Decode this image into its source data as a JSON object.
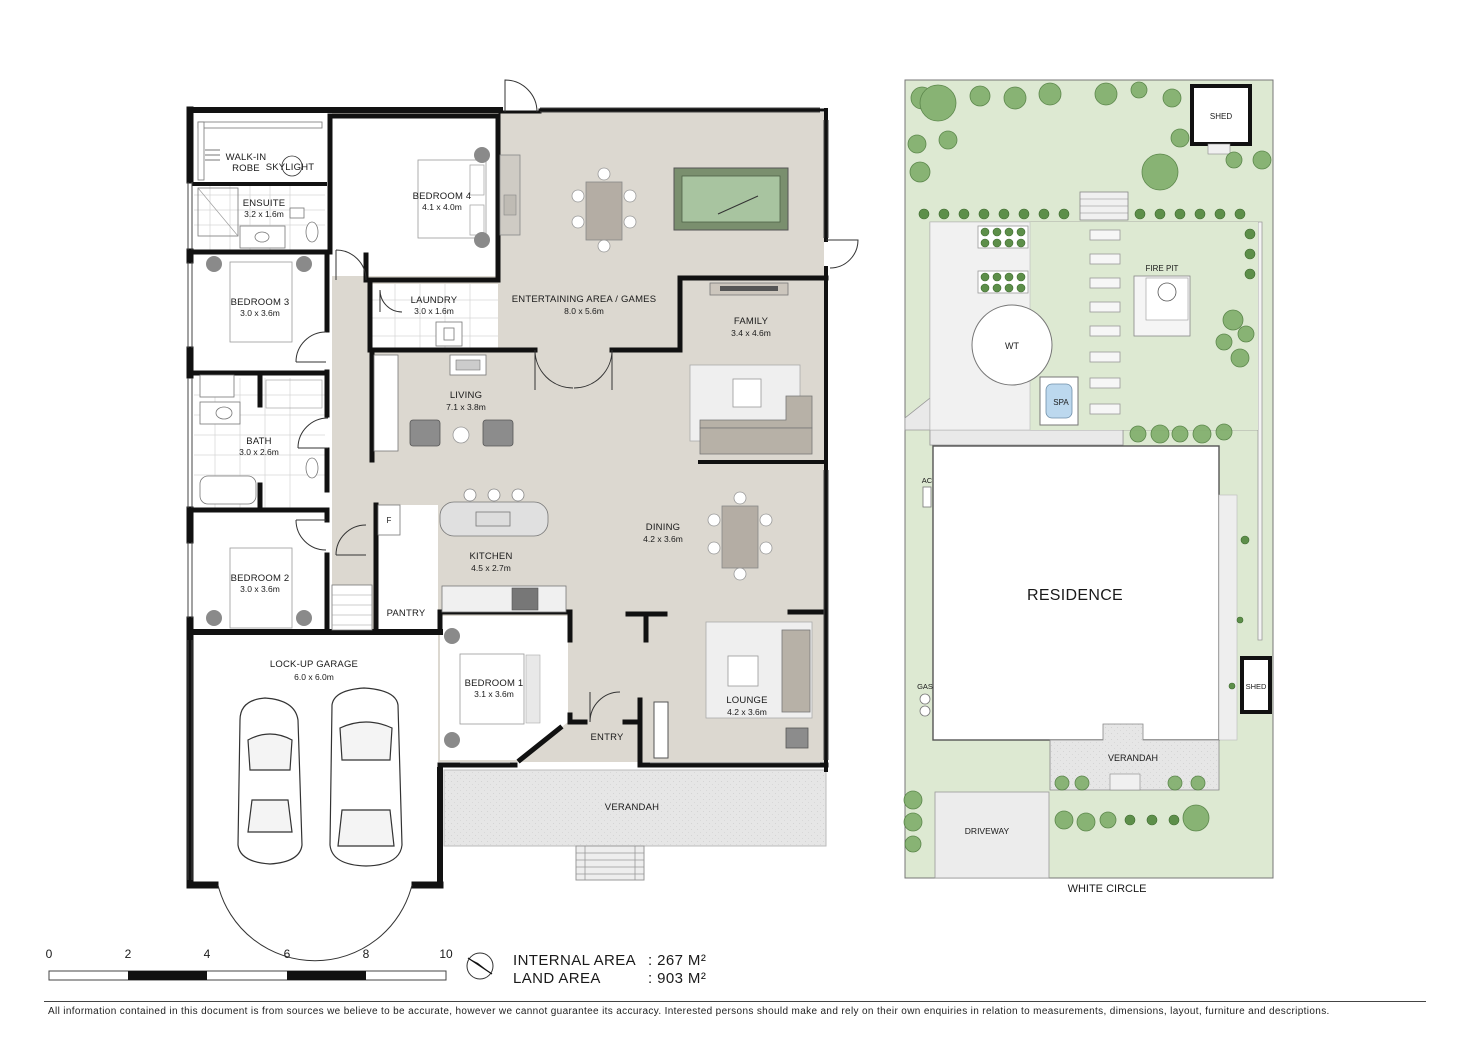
{
  "floor_plan": {
    "rooms": [
      {
        "id": "walk-in-robe",
        "name": "WALK-IN ROBE",
        "lines": [
          "WALK-IN",
          "ROBE"
        ]
      },
      {
        "id": "skylight",
        "name": "SKYLIGHT"
      },
      {
        "id": "ensuite",
        "name": "ENSUITE",
        "dims": "3.2 x 1.6m"
      },
      {
        "id": "bedroom-4",
        "name": "BEDROOM 4",
        "dims": "4.1 x 4.0m"
      },
      {
        "id": "entertaining",
        "name": "ENTERTAINING AREA / GAMES",
        "dims": "8.0 x 5.6m"
      },
      {
        "id": "bedroom-3",
        "name": "BEDROOM 3",
        "dims": "3.0 x 3.6m"
      },
      {
        "id": "laundry",
        "name": "LAUNDRY",
        "dims": "3.0 x 1.6m"
      },
      {
        "id": "family",
        "name": "FAMILY",
        "dims": "3.4 x 4.6m"
      },
      {
        "id": "living",
        "name": "LIVING",
        "dims": "7.1 x 3.8m"
      },
      {
        "id": "bath",
        "name": "BATH",
        "dims": "3.0 x 2.6m"
      },
      {
        "id": "dining",
        "name": "DINING",
        "dims": "4.2 x 3.6m"
      },
      {
        "id": "kitchen",
        "name": "KITCHEN",
        "dims": "4.5 x 2.7m"
      },
      {
        "id": "bedroom-2",
        "name": "BEDROOM 2",
        "dims": "3.0 x 3.6m"
      },
      {
        "id": "pantry",
        "name": "PANTRY"
      },
      {
        "id": "garage",
        "name": "LOCK-UP GARAGE",
        "dims": "6.0 x 6.0m"
      },
      {
        "id": "bedroom-1",
        "name": "BEDROOM 1",
        "dims": "3.1 x 3.6m"
      },
      {
        "id": "lounge",
        "name": "LOUNGE",
        "dims": "4.2 x 3.6m"
      },
      {
        "id": "entry",
        "name": "ENTRY"
      },
      {
        "id": "verandah",
        "name": "VERANDAH"
      }
    ],
    "fridge_mark": "F"
  },
  "site_plan": {
    "shed_top": "SHED",
    "fire_pit": "FIRE PIT",
    "water_tank": "WT",
    "spa": "SPA",
    "ac": "AC",
    "residence": "RESIDENCE",
    "gas": "GAS",
    "shed_side": "SHED",
    "verandah": "VERANDAH",
    "driveway": "DRIVEWAY",
    "street": "WHITE CIRCLE"
  },
  "scale_bar": {
    "ticks": [
      "0",
      "2",
      "4",
      "6",
      "8",
      "10"
    ]
  },
  "areas": [
    {
      "label": "INTERNAL AREA",
      "value": ": 267 M²"
    },
    {
      "label": "LAND AREA",
      "value": ": 903 M²"
    }
  ],
  "disclaimer": "All information contained in this document is from sources we believe to be accurate, however we cannot guarantee its accuracy. Interested persons should make and rely on their own enquiries in relation to measurements, dimensions, layout, furniture and descriptions.",
  "colors": {
    "floor_fill": "#dcd8d0",
    "wall": "#111111",
    "lawn": "#dde9d2",
    "paving": "#e7e7e7",
    "tree": "#7fae6a"
  }
}
